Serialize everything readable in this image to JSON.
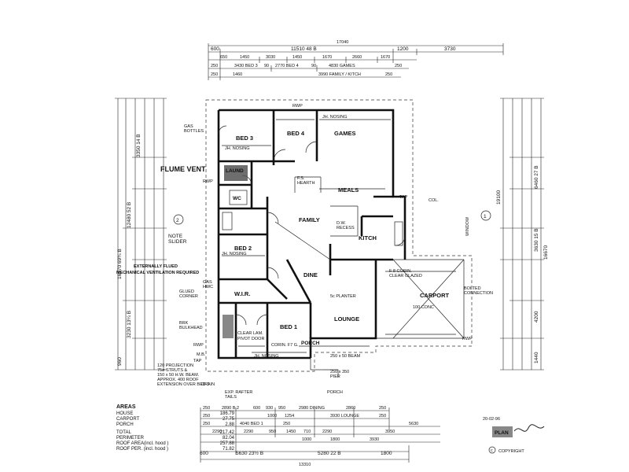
{
  "rooms": {
    "bed3": "BED 3",
    "bed4": "BED 4",
    "games": "GAMES",
    "laundry": "LAUND",
    "wc": "WC",
    "meals": "MEALS",
    "family": "FAMILY",
    "kitch": "KITCH",
    "bed2": "BED 2",
    "dine": "DINE",
    "wir": "W.I.R.",
    "lounge": "LOUNGE",
    "bed1": "BED 1",
    "porch": "PORCH",
    "carport": "CARPORT"
  },
  "notes": {
    "flume_vent": "FLUME VENT",
    "gas_bottles": "GAS\nBOTTLES",
    "jh_nosing": "JH. NOSING",
    "note_slider": "NOTE\nSLIDER",
    "ext_flued": "EXTERNALLY FLUED",
    "mech_vent": "MECHANICAL VENTILATION REQUIRED",
    "gas_hwc": "GAS\nHWC",
    "glued_corner": "GLUED\nCORNER",
    "brk_bulkhead": "BRK\nBULKHEAD",
    "clear_lam": "CLEAR LAM.",
    "pivot_door": "PIVOT DOOR",
    "corin": "CORIN. F7 G.",
    "fs_hearth": "F.S.\nHEARTH",
    "dw_recess": "D.W.\nRECESS",
    "col": "COL.",
    "window": "WINDOW",
    "bolted": "BOLTED\nCONNECTION",
    "corin_clear": "F 8 CORIN.\nCLEAR GLAZED",
    "concrete": "100 CONC",
    "planter": "5c PLANTER",
    "beam": "250 x 50 BEAM",
    "pier": "250 x 350\nPIER",
    "projection": "120 PROJECTION\n75ø STRUTS &\n150 x 50 H.W. BEAM.\nAPPROX. 400 ROOF\nEXTENSION OVER BED 1",
    "drain": "DRAIN",
    "exp_rafter": "EXP. RAFTER\nTAILS",
    "rwp": "RWP",
    "tap": "TAP",
    "mb": "M.B.",
    "copyright": "COPYRIGHT"
  },
  "dims_top": {
    "overall": "17040",
    "left": "600",
    "main": "11510  48 B",
    "r1": "1200",
    "r2": "3730",
    "row2": [
      "650",
      "1450",
      "3030",
      "1450",
      "1670",
      "2660",
      "1670"
    ],
    "row3": [
      "250",
      "3430 BED 3",
      "90",
      "2770 BED 4",
      "90",
      "4830 GAMES",
      "250"
    ],
    "row4": [
      "250",
      "1460",
      "3990 FAMILY / KITCH",
      "250"
    ]
  },
  "dims_bottom": {
    "row1": [
      "250",
      "2890  B 2",
      "600",
      "930",
      "950",
      "2980 DINING",
      "2860",
      "250"
    ],
    "row2": [
      "250",
      "1000",
      "1254",
      "3930 LOUNGE",
      "250"
    ],
    "row3": [
      "250",
      "4040  BED 1",
      "250",
      "5630"
    ],
    "row4": [
      "2290",
      "2290",
      "950",
      "1450",
      "710",
      "2290",
      "3950"
    ],
    "row5": [
      "1000",
      "1800",
      "3930"
    ],
    "row6": [
      "600",
      "5630  23½ B",
      "5280  22 B",
      "1800"
    ],
    "overall": "13310"
  },
  "dims_left": {
    "overall": "16670  69¾ B",
    "upper": "12480  52 B",
    "lower": "3230  13¼ B",
    "c1": "3350  14 B",
    "c2": "960"
  },
  "dims_right": {
    "overall": "16670",
    "r1": "6460  27 B",
    "r2": "3630  15 B",
    "r3": "4200",
    "r4": "1440",
    "r5": "19100"
  },
  "areas": {
    "title": "AREAS",
    "items": [
      {
        "label": "HOUSE",
        "value": "186.79"
      },
      {
        "label": "CARPORT",
        "value": "27.75"
      },
      {
        "label": "PORCH",
        "value": "2.88"
      },
      {
        "label": "TOTAL",
        "value": "217.42"
      },
      {
        "label": "PERIMETER",
        "value": "82.04"
      },
      {
        "label": "ROOF AREA(incl. hood )",
        "value": "257.88"
      },
      {
        "label": "ROOF PER. (incl. hood )",
        "value": "71.82"
      }
    ]
  },
  "stamp": {
    "date": "20-02-96",
    "plan": "PLAN"
  }
}
